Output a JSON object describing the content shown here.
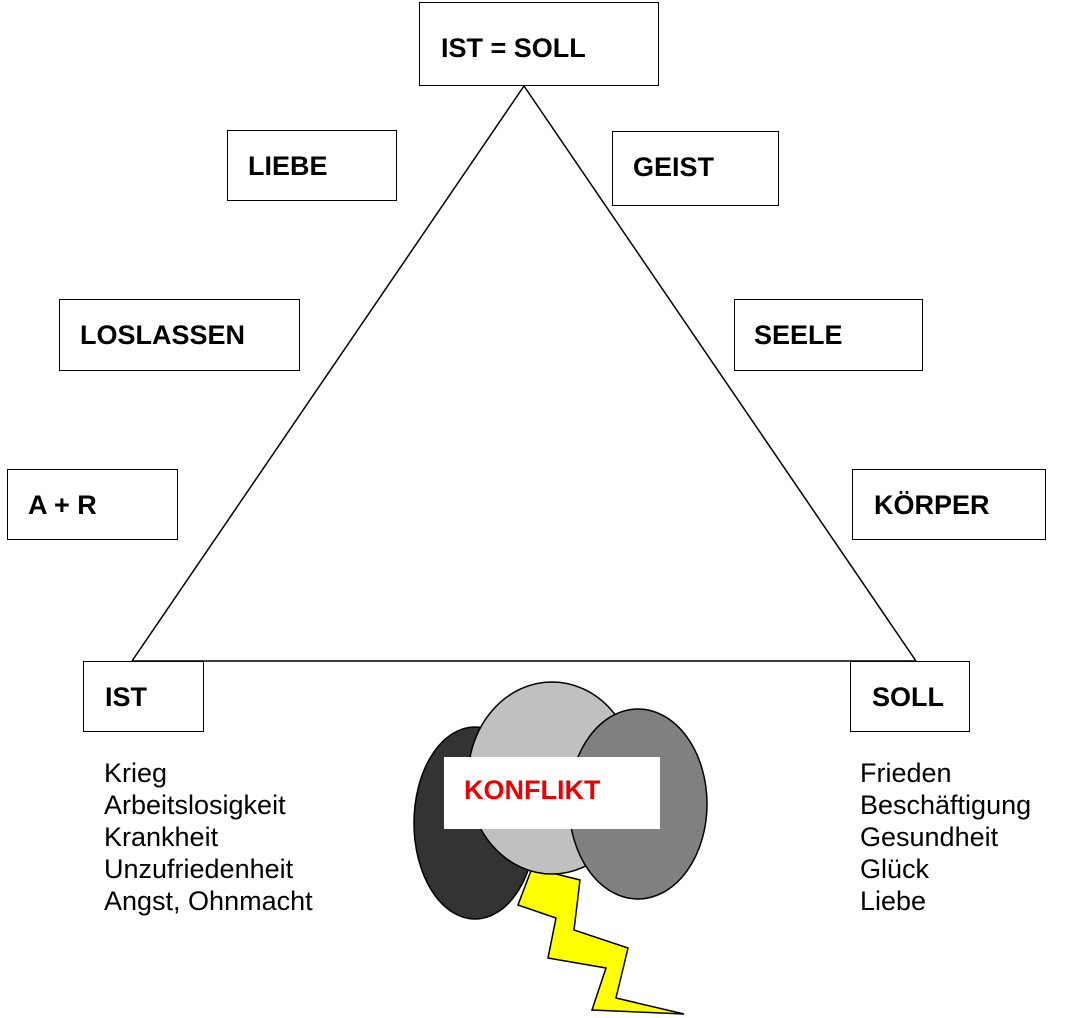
{
  "diagram": {
    "apex": {
      "label": "IST = SOLL"
    },
    "left_labels": [
      "LIEBE",
      "LOSLASSEN",
      "A + R"
    ],
    "right_labels": [
      "GEIST",
      "SEELE",
      "KÖRPER"
    ],
    "ist": {
      "label": "IST",
      "items": [
        "Krieg",
        "Arbeitslosigkeit",
        "Krankheit",
        "Unzufriedenheit",
        "Angst, Ohnmacht"
      ]
    },
    "soll": {
      "label": "SOLL",
      "items": [
        "Frieden",
        "Beschäftigung",
        "Gesundheit",
        "Glück",
        "Liebe"
      ]
    },
    "conflict": {
      "label": "KONFLIKT"
    }
  },
  "colors": {
    "conflict_text": "#ee0000",
    "lightning": "#ffff00",
    "cloud_dark": "#333333",
    "cloud_light": "#c0c0c0",
    "cloud_mid": "#808080"
  }
}
